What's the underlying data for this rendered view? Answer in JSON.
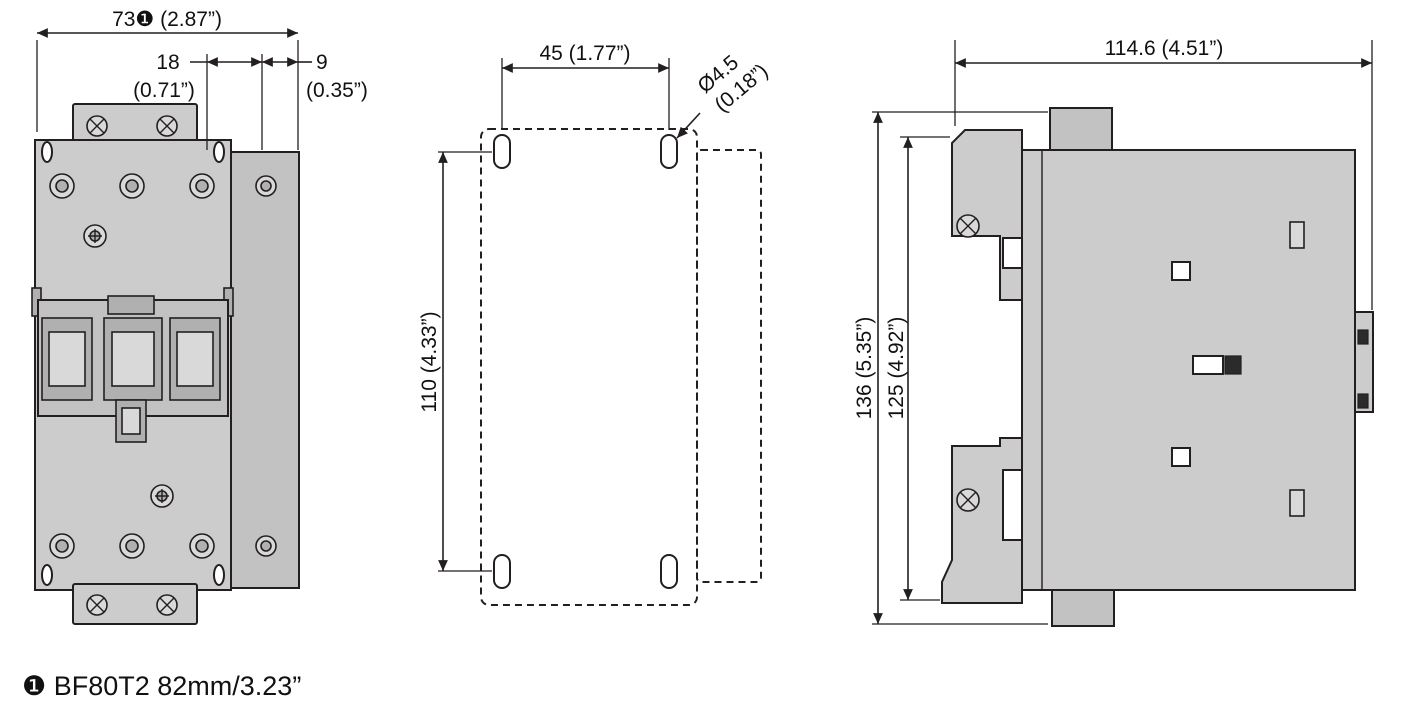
{
  "palette": {
    "line": "#231f20",
    "fill_light": "#cccccc",
    "fill_mid": "#b0b0b0",
    "background": "#ffffff"
  },
  "footnote": "❶ BF80T2 82mm/3.23”",
  "front_view": {
    "overall_width": "73❶ (2.87”)",
    "offset_mm": "18",
    "offset_in": "(0.71”)",
    "panel_mm": "9",
    "panel_in": "(0.35”)"
  },
  "mounting_view": {
    "hole_pitch_h": "45 (1.77”)",
    "hole_dia_mm": "Ø4.5",
    "hole_dia_in": "(0.18”)",
    "hole_pitch_v": "110 (4.33”)"
  },
  "side_view": {
    "overall_depth": "114.6 (4.51”)",
    "overall_height": "136 (5.35”)",
    "mounting_height": "125 (4.92”)"
  }
}
